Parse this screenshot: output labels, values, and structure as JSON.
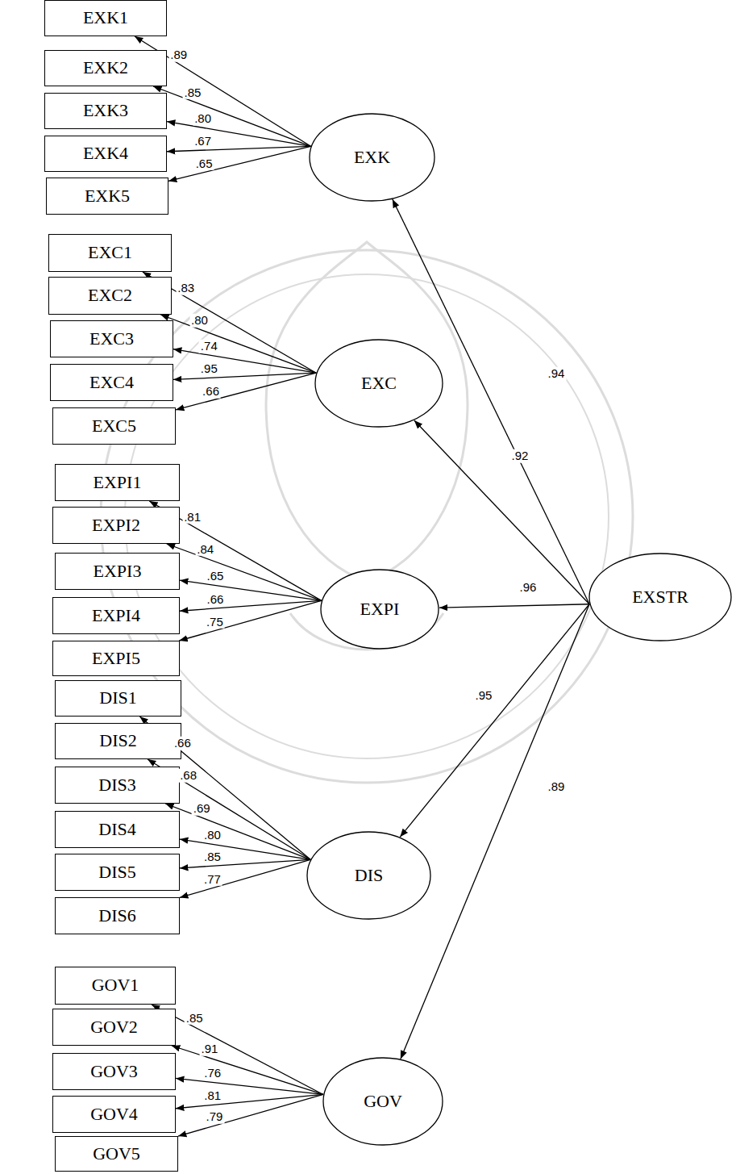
{
  "diagram": {
    "nodes": [
      {
        "text": [
          "EXK1"
        ]
      },
      {
        "text": [
          "EXK2"
        ]
      },
      {
        "text": [
          "EXK3"
        ]
      },
      {
        "text": [
          "EXK4"
        ]
      },
      {
        "text": [
          "EXK5"
        ]
      },
      {
        "text": [
          "EXK"
        ]
      },
      {
        "text": [
          "EXC1"
        ]
      },
      {
        "text": [
          "EXC2"
        ]
      },
      {
        "text": [
          "EXC3"
        ]
      },
      {
        "text": [
          "EXC4"
        ]
      },
      {
        "text": [
          "EXC5"
        ]
      },
      {
        "text": [
          "EXC"
        ]
      },
      {
        "text": [
          "EXPI1"
        ]
      },
      {
        "text": [
          "EXPI2"
        ]
      },
      {
        "text": [
          "EXPI3"
        ]
      },
      {
        "text": [
          "EXPI4"
        ]
      },
      {
        "text": [
          "EXPI5"
        ]
      },
      {
        "text": [
          "EXPI"
        ]
      },
      {
        "text": [
          "DIS1"
        ]
      },
      {
        "text": [
          "DIS2"
        ]
      },
      {
        "text": [
          "DIS3"
        ]
      },
      {
        "text": [
          "DIS4"
        ]
      },
      {
        "text": [
          "DIS5"
        ]
      },
      {
        "text": [
          "DIS6"
        ]
      },
      {
        "text": [
          "DIS"
        ]
      },
      {
        "text": [
          "GOV1"
        ]
      },
      {
        "text": [
          "GOV2"
        ]
      },
      {
        "text": [
          "GOV3"
        ]
      },
      {
        "text": [
          "GOV4"
        ]
      },
      {
        "text": [
          "GOV5"
        ]
      },
      {
        "text": [
          "GOV"
        ]
      },
      {
        "text": [
          "EXSTR"
        ]
      }
    ],
    "edges": [
      {
        "from": 5,
        "to": 0,
        "label": ".89",
        "arrow": "to"
      },
      {
        "from": 5,
        "to": 1,
        "label": ".85",
        "arrow": "to"
      },
      {
        "from": 5,
        "to": 2,
        "label": ".80",
        "arrow": "to"
      },
      {
        "from": 5,
        "to": 3,
        "label": ".67",
        "arrow": "to"
      },
      {
        "from": 5,
        "to": 4,
        "label": ".65",
        "arrow": "to"
      },
      {
        "from": 11,
        "to": 6,
        "label": ".83",
        "arrow": "to"
      },
      {
        "from": 11,
        "to": 7,
        "label": ".80",
        "arrow": "to"
      },
      {
        "from": 11,
        "to": 8,
        "label": ".74",
        "arrow": "to"
      },
      {
        "from": 11,
        "to": 9,
        "label": ".95",
        "arrow": "to"
      },
      {
        "from": 11,
        "to": 10,
        "label": ".66",
        "arrow": "to"
      },
      {
        "from": 17,
        "to": 12,
        "label": ".81",
        "arrow": "to"
      },
      {
        "from": 17,
        "to": 13,
        "label": ".84",
        "arrow": "to"
      },
      {
        "from": 17,
        "to": 14,
        "label": ".65",
        "arrow": "to"
      },
      {
        "from": 17,
        "to": 15,
        "label": ".66",
        "arrow": "to"
      },
      {
        "from": 17,
        "to": 16,
        "label": ".75",
        "arrow": "to"
      },
      {
        "from": 24,
        "to": 18,
        "label": ".66",
        "arrow": "to"
      },
      {
        "from": 24,
        "to": 19,
        "label": ".68",
        "arrow": "to"
      },
      {
        "from": 24,
        "to": 20,
        "label": ".69",
        "arrow": "to"
      },
      {
        "from": 24,
        "to": 21,
        "label": ".80",
        "arrow": "to"
      },
      {
        "from": 24,
        "to": 22,
        "label": ".85",
        "arrow": "to"
      },
      {
        "from": 24,
        "to": 23,
        "label": ".77",
        "arrow": "to"
      },
      {
        "from": 30,
        "to": 25,
        "label": ".85",
        "arrow": "to"
      },
      {
        "from": 30,
        "to": 26,
        "label": ".91",
        "arrow": "to"
      },
      {
        "from": 30,
        "to": 27,
        "label": ".76",
        "arrow": "to"
      },
      {
        "from": 30,
        "to": 28,
        "label": ".81",
        "arrow": "to"
      },
      {
        "from": 30,
        "to": 29,
        "label": ".79",
        "arrow": "to"
      },
      {
        "from": 31,
        "to": 5,
        "label": ".94",
        "arrow": "to"
      },
      {
        "from": 31,
        "to": 11,
        "label": ".92",
        "arrow": "to"
      },
      {
        "from": 31,
        "to": 17,
        "label": ".96",
        "arrow": "to"
      },
      {
        "from": 31,
        "to": 24,
        "label": ".95",
        "arrow": "to"
      },
      {
        "from": 31,
        "to": 30,
        "label": ".89",
        "arrow": "to"
      }
    ]
  }
}
